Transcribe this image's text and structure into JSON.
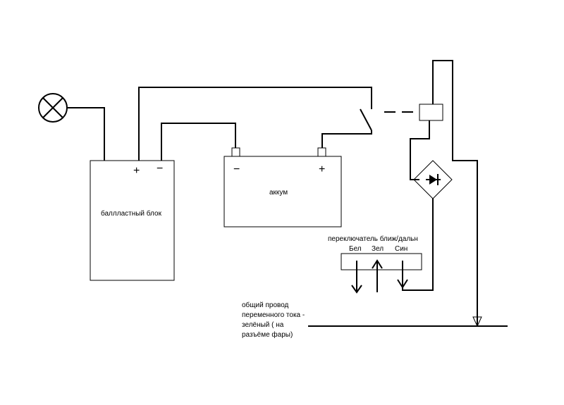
{
  "labels": {
    "ballast": "баллластный блок",
    "ballast_plus": "+",
    "ballast_minus": "−",
    "battery": "аккум",
    "battery_minus": "−",
    "battery_plus": "+",
    "switch_title": "переключатель ближ/дальн",
    "switch_white": "Бел",
    "switch_green": "Зел",
    "switch_blue": "Син",
    "common_wire_1": "общий провод",
    "common_wire_2": "переменного тока -",
    "common_wire_3": "зелёный ( на",
    "common_wire_4": "разъёме фары)"
  },
  "icons": {
    "lamp": "lamp-icon",
    "relay": "relay-coil-icon",
    "diode_bridge": "diode-bridge-icon",
    "relay_contact": "switch-contact-icon"
  }
}
